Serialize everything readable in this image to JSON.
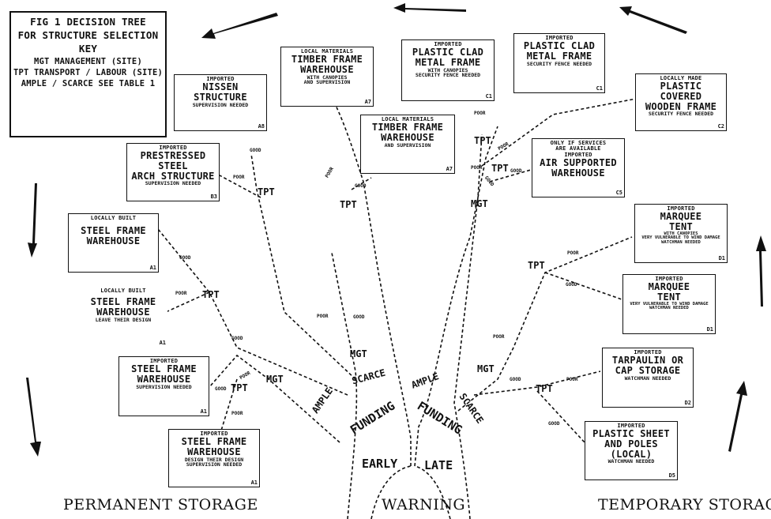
{
  "key": {
    "title": "FIG 1   DECISION TREE",
    "subtitle": "FOR STRUCTURE SELECTION",
    "heading": "KEY",
    "lines": [
      "MGT  MANAGEMENT (SITE)",
      "TPT  TRANSPORT / LABOUR (SITE)",
      "AMPLE / SCARCE  SEE TABLE 1"
    ]
  },
  "boxes": {
    "a8": {
      "pre": "IMPORTED",
      "main": "NISSEN\nSTRUCTURE",
      "note": "SUPERVISION NEEDED",
      "code": "A8"
    },
    "a7a": {
      "pre": "LOCAL MATERIALS",
      "main": "TIMBER FRAME\nWAREHOUSE",
      "note": "WITH CANOPIES\nAND SUPERVISION",
      "code": "A7"
    },
    "c1a": {
      "pre": "IMPORTED",
      "main": "PLASTIC CLAD\nMETAL FRAME",
      "note": "WITH CANOPIES\nSECURITY FENCE NEEDED",
      "code": "C1"
    },
    "c1b": {
      "pre": "IMPORTED",
      "main": "PLASTIC CLAD\nMETAL FRAME",
      "note": "SECURITY FENCE NEEDED",
      "code": "C1"
    },
    "c2": {
      "pre": "LOCALLY MADE",
      "main": "PLASTIC COVERED\nWOODEN FRAME",
      "note": "SECURITY FENCE NEEDED",
      "code": "C2"
    },
    "a7b": {
      "pre": "LOCAL MATERIALS",
      "main": "TIMBER FRAME\nWAREHOUSE",
      "note": "AND SUPERVISION",
      "code": "A7"
    },
    "b3": {
      "pre": "IMPORTED",
      "main": "PRESTRESSED STEEL\nARCH STRUCTURE",
      "note": "SUPERVISION NEEDED",
      "code": "B3"
    },
    "c5": {
      "pre": "ONLY IF SERVICES\nARE AVAILABLE\nIMPORTED",
      "main": "AIR SUPPORTED\nWAREHOUSE",
      "note": "",
      "code": "C5"
    },
    "a1a": {
      "pre": "LOCALLY BUILT",
      "main": "STEEL FRAME\nWAREHOUSE",
      "note": "",
      "code": "A1"
    },
    "d1a": {
      "pre": "IMPORTED",
      "main": "MARQUEE\nTENT",
      "note": "WITH CANOPIES\nVERY VULNERABLE TO WIND DAMAGE\nWATCHMAN NEEDED",
      "code": "D1"
    },
    "a1b": {
      "pre": "LOCALLY BUILT",
      "main": "STEEL FRAME\nWAREHOUSE",
      "note": "LEAVE THEIR DESIGN",
      "code": "A1"
    },
    "d1b": {
      "pre": "IMPORTED",
      "main": "MARQUEE\nTENT",
      "note": "VERY VULNERABLE TO WIND DAMAGE\nWATCHMAN NEEDED",
      "code": "D1"
    },
    "a1c": {
      "pre": "IMPORTED",
      "main": "STEEL FRAME\nWAREHOUSE",
      "note": "SUPERVISION NEEDED",
      "code": "A1"
    },
    "d2": {
      "pre": "IMPORTED",
      "main": "TARPAULIN OR\nCAP  STORAGE",
      "note": "WATCHMAN NEEDED",
      "code": "D2"
    },
    "a1d": {
      "pre": "IMPORTED",
      "main": "STEEL FRAME\nWAREHOUSE",
      "note": "DESIGN THEIR DESIGN\nSUPERVISION NEEDED",
      "code": "A1"
    },
    "d5": {
      "pre": "IMPORTED",
      "main": "PLASTIC SHEET\nAND POLES (LOCAL)",
      "note": "WATCHMAN NEEDED",
      "code": "D5"
    }
  },
  "labels": {
    "funding_left": "FUNDING",
    "funding_right": "FUNDING",
    "early": "EARLY",
    "late": "LATE",
    "ample_left": "AMPLE",
    "ample_right": "AMPLE",
    "scarce_left": "SCARCE",
    "scarce_right": "SCARCE",
    "mgt": "MGT",
    "tpt": "TPT",
    "good": "GOOD",
    "poor": "POOR"
  },
  "footer": {
    "left": "PERMANENT STORAGE",
    "center": "WARNING",
    "right": "TEMPORARY STORAGE"
  }
}
